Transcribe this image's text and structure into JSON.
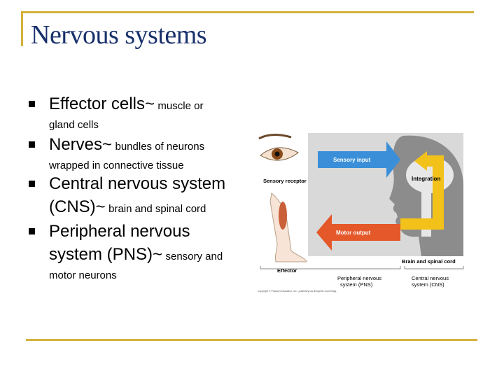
{
  "slide": {
    "title": "Nervous systems",
    "bullets": [
      {
        "main": "Effector cells~",
        "detail": "muscle or",
        "detail2": "gland cells"
      },
      {
        "main": "Nerves~",
        "detail": "bundles of neurons",
        "detail2": "wrapped in connective tissue"
      },
      {
        "main_l1": "Central nervous system",
        "main_l2": "(CNS)~",
        "detail": "brain and spinal cord"
      },
      {
        "main_l1": "Peripheral nervous",
        "main_l2": "system (PNS)~",
        "detail": "sensory and",
        "detail2": "motor neurons"
      }
    ]
  },
  "figure": {
    "labels": {
      "sensory_input": "Sensory input",
      "sensory_receptor": "Sensory receptor",
      "integration": "Integration",
      "motor_output": "Motor output",
      "brain_spinal": "Brain and spinal cord",
      "effector": "Effector",
      "pns": "Peripheral nervous",
      "pns2": "system (PNS)",
      "cns": "Central nervous",
      "cns2": "system (CNS)",
      "copyright": "Copyright © Pearson Education, Inc., publishing as Benjamin Cummings."
    },
    "colors": {
      "sensory": "#3a8fd8",
      "motor": "#e4582a",
      "integration": "#f2c21a",
      "head": "#8c8c8c"
    }
  }
}
